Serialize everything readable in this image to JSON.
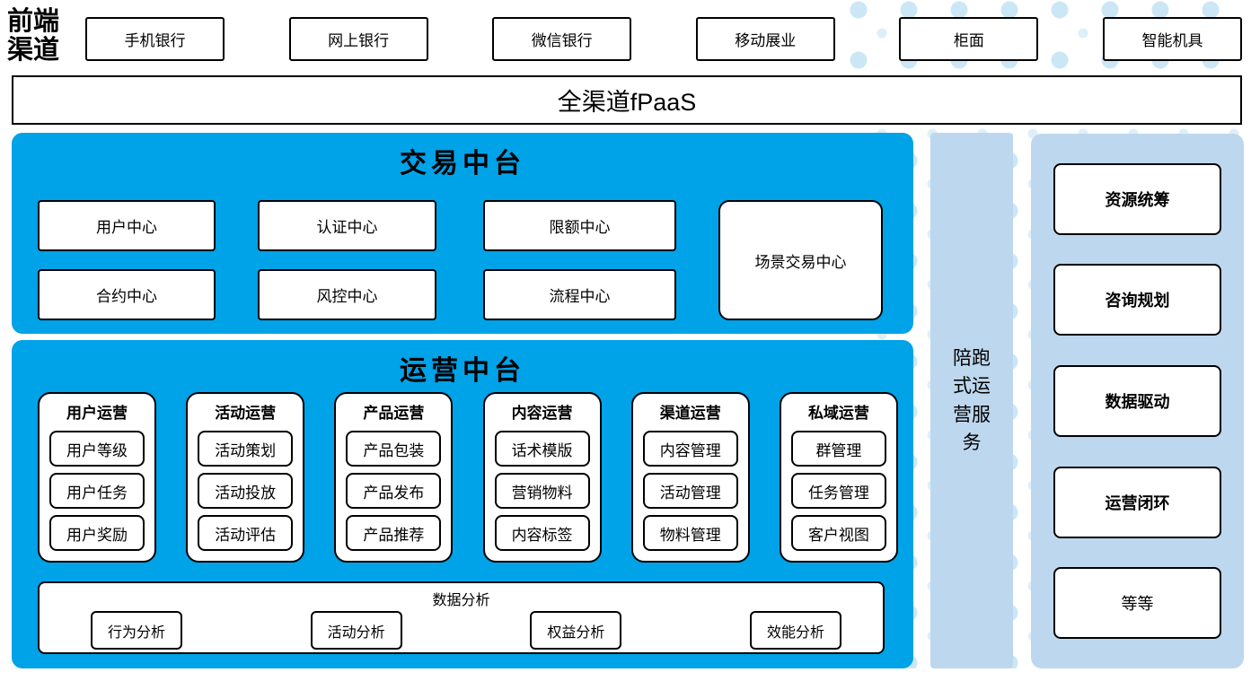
{
  "colors": {
    "accent_blue": "#00A2E8",
    "light_blue": "#BDD7EE",
    "dot_blue": "#CBE7F6",
    "border": "#000000"
  },
  "front_channels": {
    "label": "前端渠道",
    "items": [
      "手机银行",
      "网上银行",
      "微信银行",
      "移动展业",
      "柜面",
      "智能机具"
    ]
  },
  "fpaas": {
    "label": "全渠道fPaaS"
  },
  "trade_platform": {
    "title": "交易中台",
    "boxes": [
      "用户中心",
      "认证中心",
      "限额中心",
      "合约中心",
      "风控中心",
      "流程中心"
    ],
    "scene_box": "场景交易中心"
  },
  "ops_platform": {
    "title": "运营中台",
    "columns": [
      {
        "header": "用户运营",
        "items": [
          "用户等级",
          "用户任务",
          "用户奖励"
        ]
      },
      {
        "header": "活动运营",
        "items": [
          "活动策划",
          "活动投放",
          "活动评估"
        ]
      },
      {
        "header": "产品运营",
        "items": [
          "产品包装",
          "产品发布",
          "产品推荐"
        ]
      },
      {
        "header": "内容运营",
        "items": [
          "话术模版",
          "营销物料",
          "内容标签"
        ]
      },
      {
        "header": "渠道运营",
        "items": [
          "内容管理",
          "活动管理",
          "物料管理"
        ]
      },
      {
        "header": "私域运营",
        "items": [
          "群管理",
          "任务管理",
          "客户视图"
        ]
      }
    ],
    "data_analysis": {
      "title": "数据分析",
      "items": [
        "行为分析",
        "活动分析",
        "权益分析",
        "效能分析"
      ]
    }
  },
  "side_strip": {
    "label": "陪跑式运营服务"
  },
  "right_panel": {
    "items": [
      "资源统筹",
      "咨询规划",
      "数据驱动",
      "运营闭环",
      "等等"
    ]
  }
}
